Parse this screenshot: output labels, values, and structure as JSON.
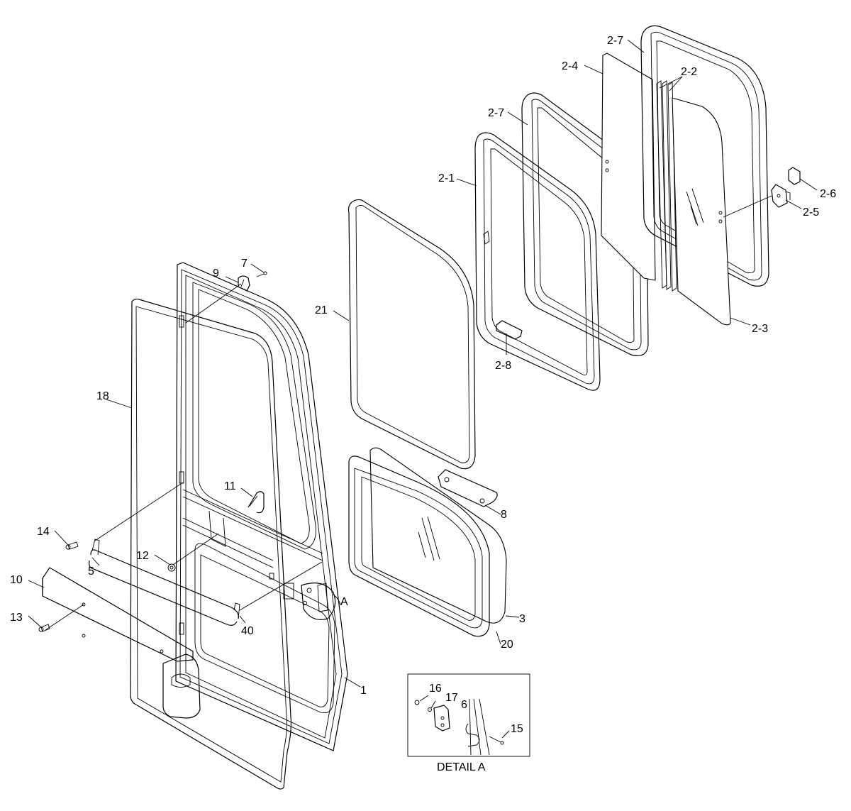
{
  "diagram": {
    "detail_caption": "DETAIL A",
    "detail_callout": "A",
    "labels": {
      "p1": "1",
      "p3": "3",
      "p5": "5",
      "p7": "7",
      "p8": "8",
      "p9": "9",
      "p10": "10",
      "p11": "11",
      "p12": "12",
      "p13": "13",
      "p14": "14",
      "p18": "18",
      "p20": "20",
      "p21": "21",
      "p40": "40",
      "p2_1": "2-1",
      "p2_2": "2-2",
      "p2_3": "2-3",
      "p2_4": "2-4",
      "p2_5": "2-5",
      "p2_6": "2-6",
      "p2_7a": "2-7",
      "p2_7b": "2-7",
      "p2_8": "2-8",
      "d15": "15",
      "d16": "16",
      "d17": "17",
      "d6": "6"
    }
  }
}
